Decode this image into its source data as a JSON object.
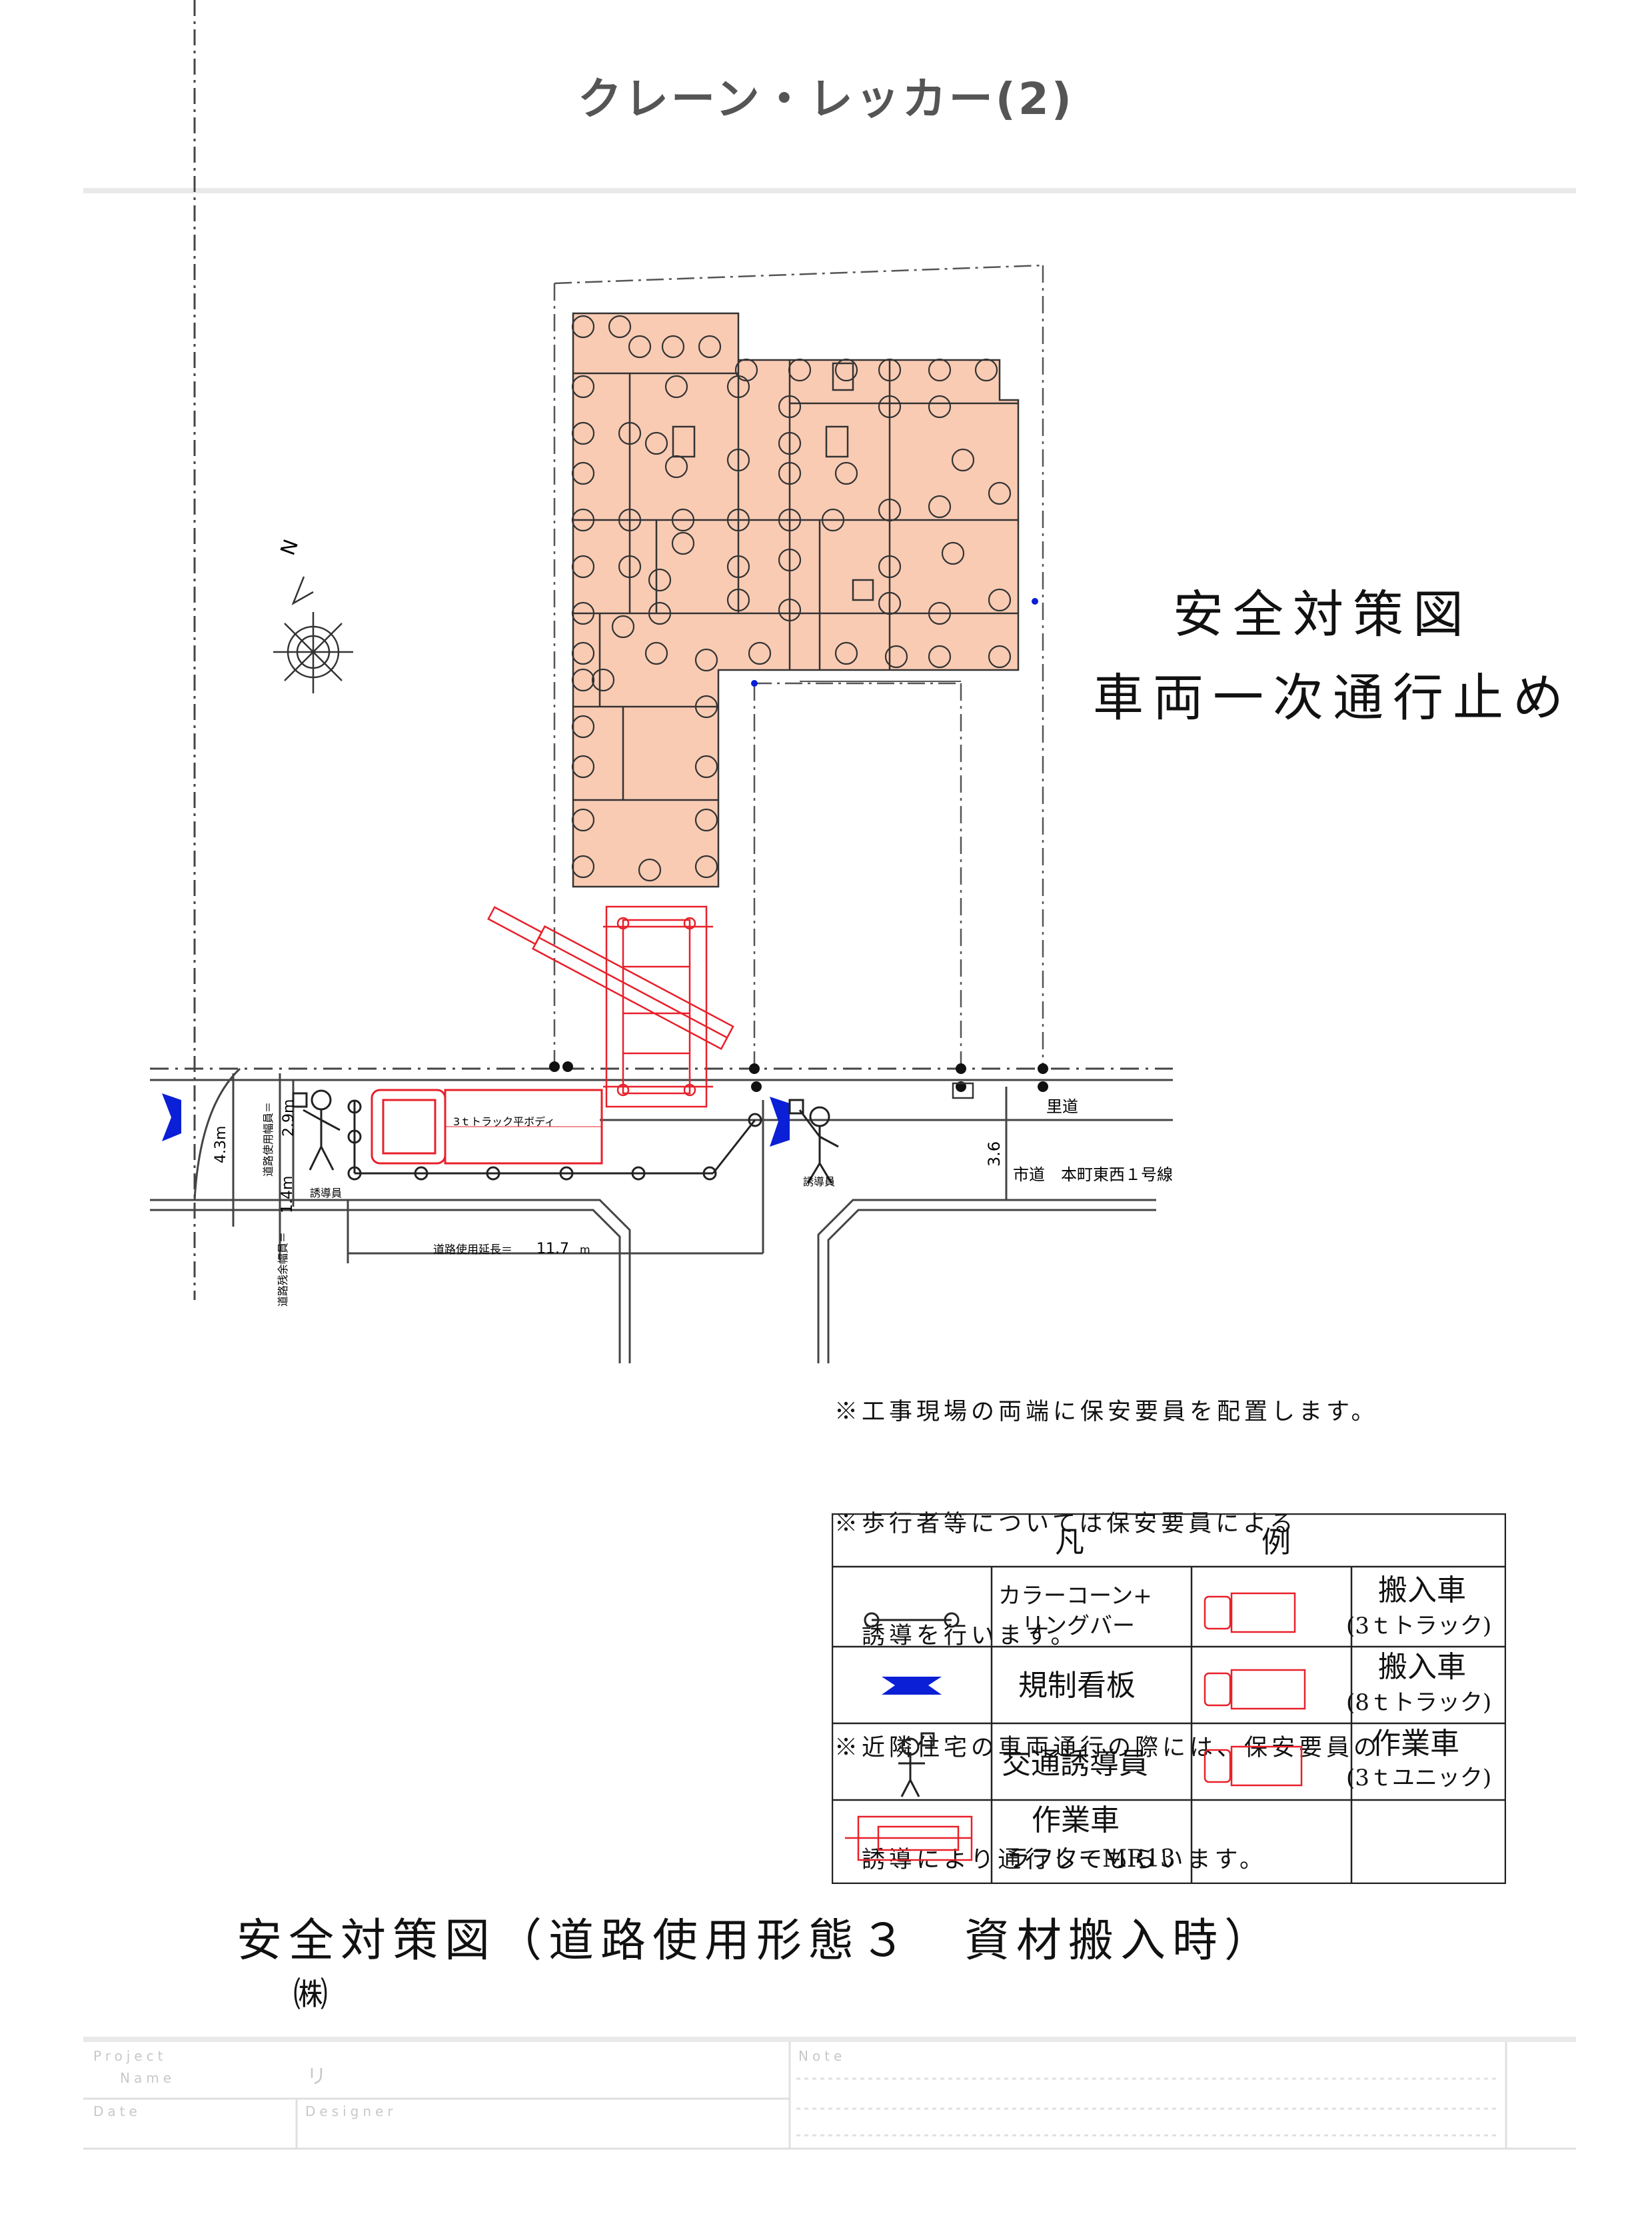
{
  "page": {
    "title": "クレーン・レッカー(2)"
  },
  "diagram": {
    "heading_line1": "安全対策図",
    "heading_line2": "車両一次通行止め",
    "compass_label": "N",
    "truck_label": "3ｔトラック平ボディ",
    "guard_label_left": "誘導員",
    "guard_label_right": "誘導員",
    "road_width_label": "道路使用幅員＝",
    "road_width_value": "2.9m",
    "road_total_width": "4.3m",
    "remaining_width_label": "道路残余幅員＝",
    "remaining_width_value": "1.4m",
    "road_length_label": "道路使用延長＝",
    "road_length_value": "11.7",
    "road_length_unit": "m",
    "sato_road_label": "里道",
    "city_road_label": "市道　本町東西１号線",
    "side_width_value": "3.6"
  },
  "notes": [
    "※工事現場の両端に保安要員を配置します。",
    "※歩行者等については保安要員による",
    "　誘導を行います。",
    "※近隣住宅の車両通行の際には、保安要員の",
    "　誘導により通行してもらいます。"
  ],
  "legend": {
    "title_left": "凡",
    "title_right": "例",
    "items": [
      {
        "label_1": "カラーコーン+",
        "label_2": "リングバー"
      },
      {
        "label_1": "規制看板",
        "label_2": ""
      },
      {
        "label_1": "交通誘導員",
        "label_2": ""
      },
      {
        "label_1": "作業車",
        "label_2": "ラフターMR13"
      }
    ],
    "vehicles": [
      {
        "label_1": "搬入車",
        "label_2": "(3ｔトラック)"
      },
      {
        "label_1": "搬入車",
        "label_2": "(8ｔトラック)"
      },
      {
        "label_1": "作業車",
        "label_2": "(3ｔユニック)"
      }
    ]
  },
  "caption": {
    "text": "安全対策図（道路使用形態３　資材搬入時）",
    "mark": "㈱"
  },
  "title_block": {
    "project_label": "Project",
    "name_label": "Name",
    "project_value": "リ",
    "note_label": "Note",
    "date_label": "Date",
    "designer_label": "Designer"
  },
  "colors": {
    "building_fill": "#f9cbb3",
    "crane_red": "#e8202a",
    "sign_blue": "#0a1fd6",
    "line": "#333333"
  }
}
